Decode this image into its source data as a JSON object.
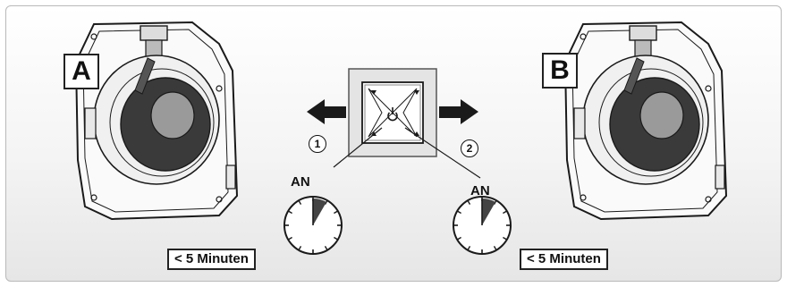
{
  "panels": [
    {
      "label": "A"
    },
    {
      "label": "B"
    }
  ],
  "steps": [
    {
      "number": "1",
      "text": "AN",
      "duration": "< 5 Minuten"
    },
    {
      "number": "2",
      "text": "AN",
      "duration": "< 5 Minuten"
    }
  ],
  "icons": [
    "power-icon",
    "arrow-left-icon",
    "arrow-right-icon",
    "timer-icon"
  ],
  "colors": {
    "line": "#1a1a1a",
    "fan_dark": "#3a3a3a",
    "timer_sector": "#444444"
  }
}
